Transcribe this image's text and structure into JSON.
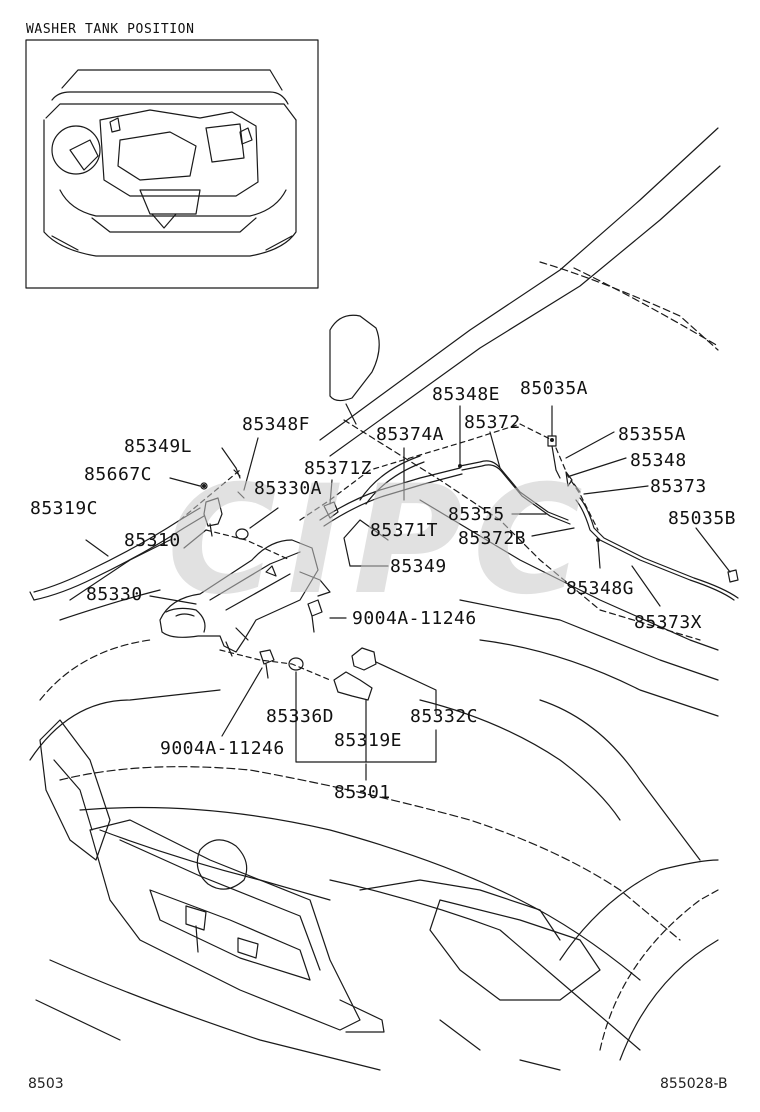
{
  "inset": {
    "title": "WASHER TANK POSITION"
  },
  "labels": {
    "p85349L": "85349L",
    "p85348F": "85348F",
    "p85667C": "85667C",
    "p85319C": "85319C",
    "p85310": "85310",
    "p85330A": "85330A",
    "p85371Z": "85371Z",
    "p85374A": "85374A",
    "p85348E": "85348E",
    "p85372": "85372",
    "p85035A": "85035A",
    "p85355A": "85355A",
    "p85348": "85348",
    "p85373": "85373",
    "p85035B": "85035B",
    "p85355": "85355",
    "p85372B": "85372B",
    "p85371T": "85371T",
    "p85349": "85349",
    "p85348G": "85348G",
    "p85373X": "85373X",
    "p85330": "85330",
    "p9004A_a": "9004A-11246",
    "p9004A_b": "9004A-11246",
    "p85336D": "85336D",
    "p85332C": "85332C",
    "p85319E": "85319E",
    "p85301": "85301"
  },
  "footer": {
    "left": "8503",
    "right": "855028-B"
  },
  "watermark": "CIPC",
  "colors": {
    "line": "#1a1a1a",
    "watermark": "#c8c8c8"
  }
}
